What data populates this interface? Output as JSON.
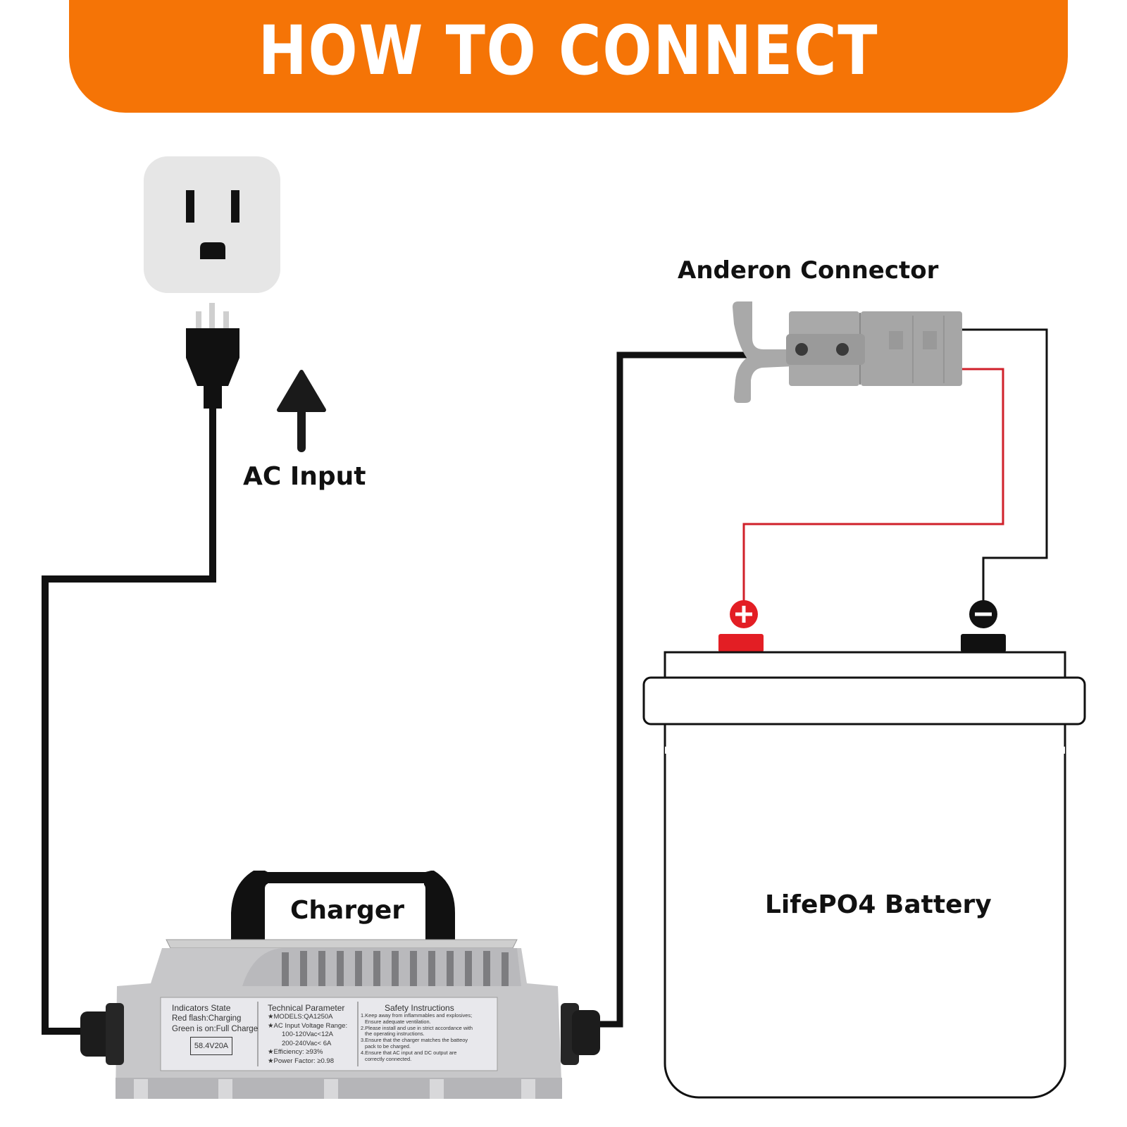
{
  "banner": {
    "title": "HOW TO CONNECT",
    "color": "#f57406"
  },
  "labels": {
    "connector": "Anderon Connector",
    "ac_input": "AC Input",
    "charger": "Charger",
    "battery": "LifePO4 Battery"
  },
  "charger_plate": {
    "indicators_title": "Indicators State",
    "indicator_red": "Red flash:Charging",
    "indicator_green": "Green is on:Full Charge",
    "rating": "58.4V20A",
    "tech_title": "Technical Parameter",
    "tech_lines": [
      "★MODELS:QA1250A",
      "★AC Input Voltage Range:",
      "100-120Vac<12A",
      "200-240Vac< 6A",
      "★Efficiency: ≥93%",
      "★Power Factor: ≥0.98"
    ],
    "safety_title": "Safety Instructions",
    "safety_lines": [
      "1.Keep away from inflammables and explosives;",
      "Ensure adequate ventilation.",
      "2.Please install and use in strict accordance with",
      "the operating instructions.",
      "3.Ensure that the charger matches the batteoy",
      "pack to be charged.",
      "4.Ensure that AC input and DC output are",
      "correctly connected."
    ]
  },
  "terminals": {
    "positive_symbol": "+",
    "negative_symbol": "−",
    "positive_color": "#e31e24",
    "negative_color": "#111111"
  },
  "colors": {
    "cable_black": "#111111",
    "wire_red": "#d0202a",
    "outlet_bg": "#e6e6e6",
    "connector_gray": "#a9a9a9"
  }
}
